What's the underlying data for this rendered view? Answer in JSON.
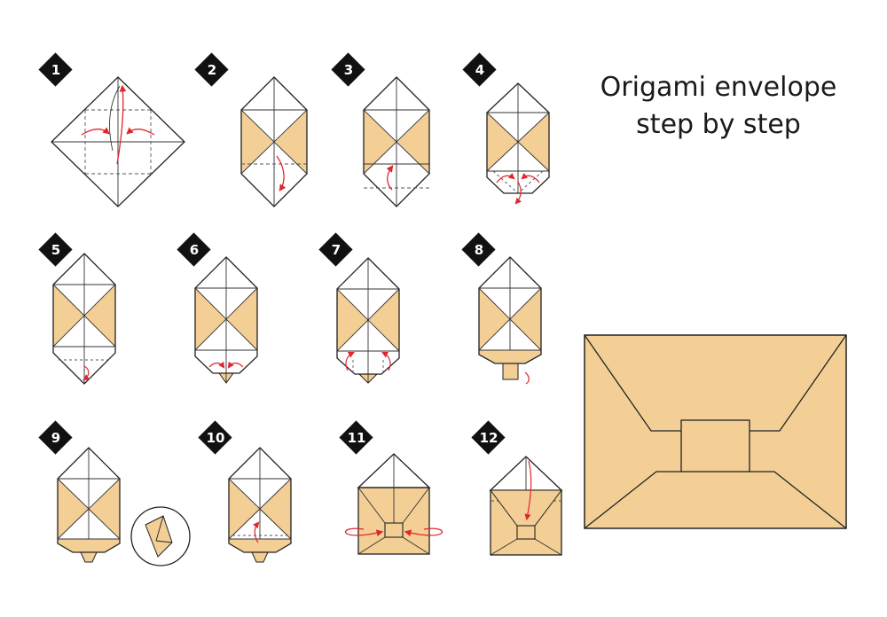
{
  "title": {
    "line1": "Origami envelope",
    "line2": "step by step"
  },
  "steps": [
    "1",
    "2",
    "3",
    "4",
    "5",
    "6",
    "7",
    "8",
    "9",
    "10",
    "11",
    "12"
  ],
  "colors": {
    "paper": "#f3cf96",
    "paper_back": "#ffffff",
    "line": "#222222",
    "arrow": "#e0262e",
    "badge": "#111111"
  }
}
